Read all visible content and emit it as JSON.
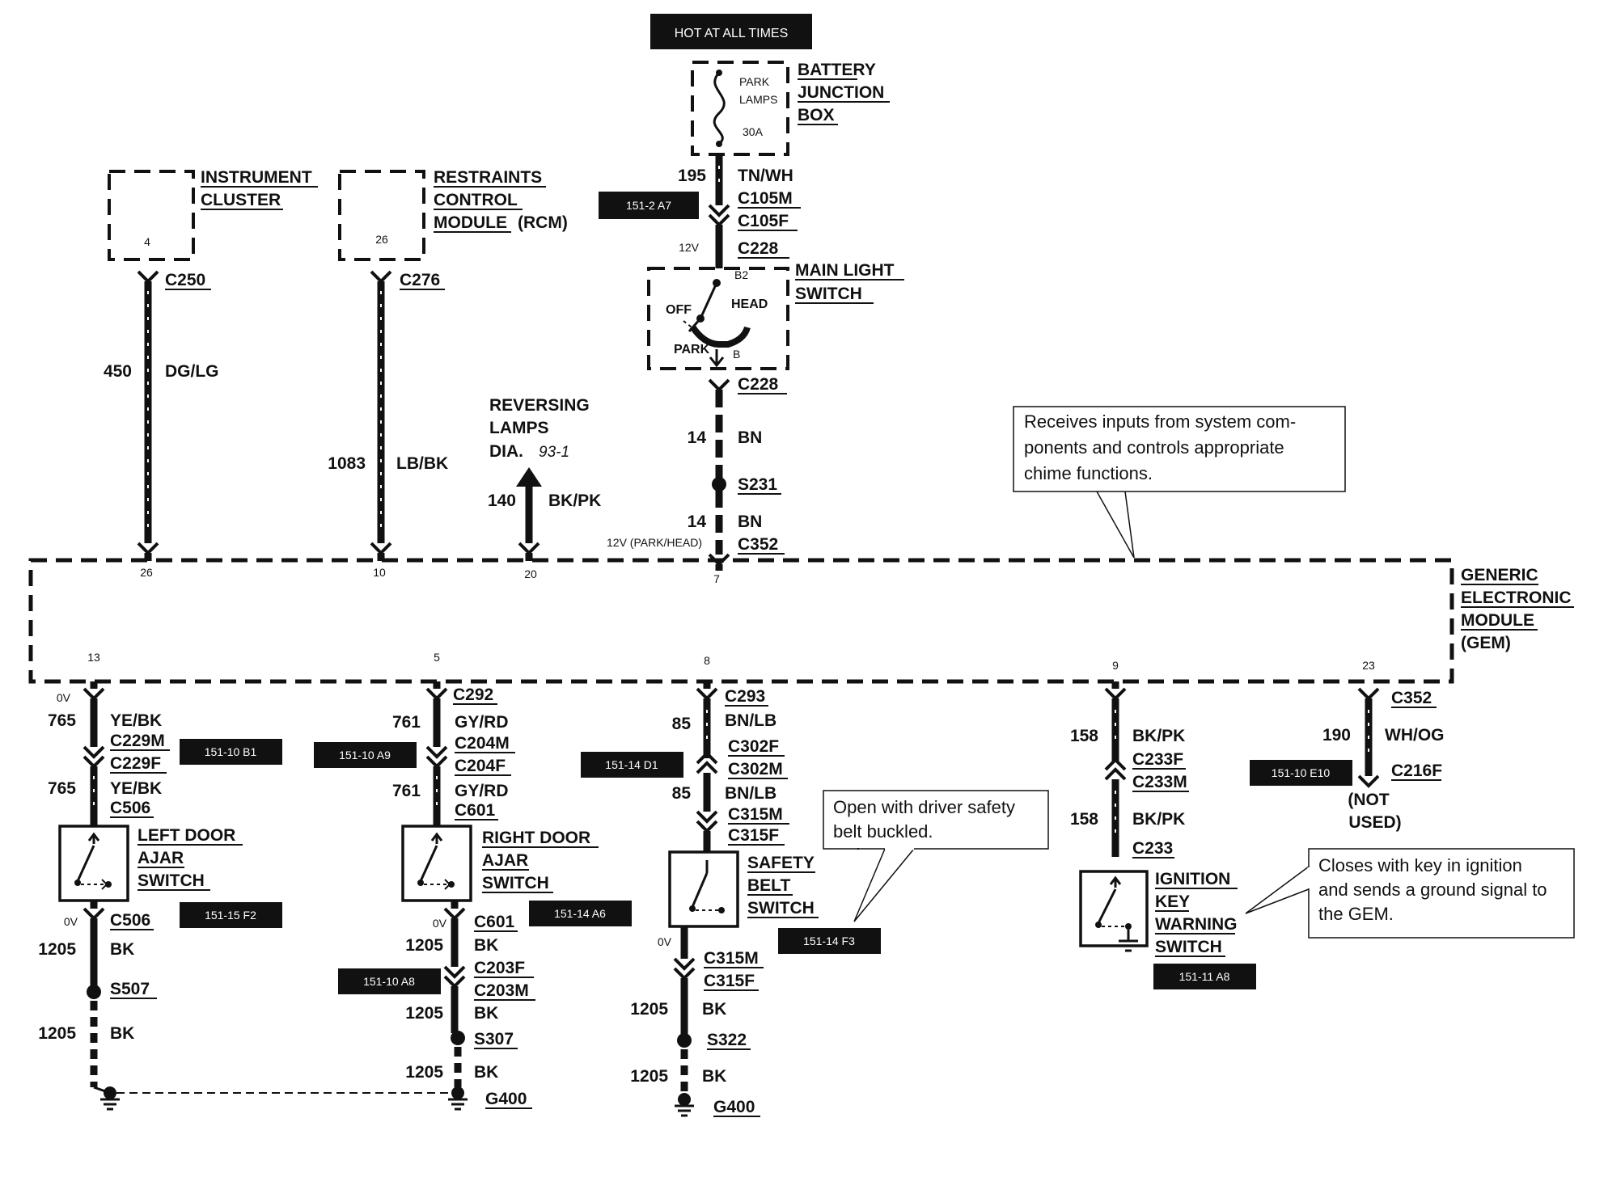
{
  "header": {
    "hot_label": "HOT AT ALL TIMES"
  },
  "battery_junction_box": {
    "title": [
      "BATTERY",
      "JUNCTION",
      "BOX"
    ],
    "fuse_name": [
      "PARK",
      "LAMPS"
    ],
    "fuse_rating": "30A"
  },
  "feed": {
    "circuit": "195",
    "color": "TN/WH",
    "connectors": [
      "C105M",
      "C105F",
      "C228"
    ],
    "ref": "151-2 A7",
    "voltage": "12V"
  },
  "main_light_switch": {
    "title": [
      "MAIN LIGHT",
      "SWITCH"
    ],
    "positions": {
      "off": "OFF",
      "head": "HEAD",
      "park": "PARK"
    },
    "pins": {
      "b2": "B2",
      "b": "B"
    },
    "out_connector": "C228"
  },
  "park_head_circuit": {
    "circuit": "14",
    "color": "BN",
    "splice": "S231",
    "connector": "C352",
    "voltage": "12V (PARK/HEAD)",
    "gem_pin": "7"
  },
  "instrument_cluster": {
    "title": [
      "INSTRUMENT",
      "CLUSTER"
    ],
    "pin": "4",
    "connector": "C250",
    "circuit": "450",
    "color": "DG/LG",
    "gem_pin": "26"
  },
  "rcm": {
    "title": [
      "RESTRAINTS",
      "CONTROL",
      "MODULE"
    ],
    "title_suffix": "(RCM)",
    "pin": "26",
    "connector": "C276",
    "circuit": "1083",
    "color": "LB/BK",
    "gem_pin": "10"
  },
  "reversing": {
    "title": [
      "REVERSING",
      "LAMPS"
    ],
    "dia_label": "DIA.",
    "dia_ref": "93-1",
    "circuit": "140",
    "color": "BK/PK",
    "gem_pin": "20"
  },
  "note_gem": [
    "Receives inputs from system com-",
    "ponents and controls appropriate",
    "chime functions."
  ],
  "gem": {
    "title": [
      "GENERIC",
      "ELECTRONIC",
      "MODULE",
      "(GEM)"
    ]
  },
  "left_door": {
    "gem_pin": "13",
    "voltage_top": "0V",
    "circuit1": "765",
    "color1": "YE/BK",
    "conn_m": "C229M",
    "conn_f": "C229F",
    "ref1": "151-10 B1",
    "circuit2": "765",
    "color2": "YE/BK",
    "conn2": "C506",
    "title": [
      "LEFT DOOR",
      "AJAR",
      "SWITCH"
    ],
    "voltage_bot": "0V",
    "conn3": "C506",
    "ref2": "151-15 F2",
    "gnd_circuit": "1205",
    "gnd_color": "BK",
    "splice": "S507",
    "gnd_circuit2": "1205",
    "gnd_color2": "BK"
  },
  "right_door": {
    "gem_pin": "5",
    "conn_top": "C292",
    "circuit1": "761",
    "color1": "GY/RD",
    "conn_m": "C204M",
    "conn_f": "C204F",
    "ref1": "151-10 A9",
    "circuit2": "761",
    "color2": "GY/RD",
    "conn2": "C601",
    "title": [
      "RIGHT DOOR",
      "AJAR",
      "SWITCH"
    ],
    "voltage_bot": "0V",
    "conn3": "C601",
    "ref2": "151-14 A6",
    "gnd_circuit": "1205",
    "gnd_color": "BK",
    "conn4_f": "C203F",
    "conn4_m": "C203M",
    "ref3": "151-10 A8",
    "gnd_circuit2": "1205",
    "gnd_color2": "BK",
    "splice": "S307",
    "gnd_circuit3": "1205",
    "gnd_color3": "BK",
    "ground": "G400"
  },
  "safety_belt": {
    "gem_pin": "8",
    "conn_top": "C293",
    "circuit1": "85",
    "color1": "BN/LB",
    "conn_f": "C302F",
    "conn_m": "C302M",
    "ref1": "151-14 D1",
    "circuit2": "85",
    "color2": "BN/LB",
    "conn2_m": "C315M",
    "conn2_f": "C315F",
    "title": [
      "SAFETY",
      "BELT",
      "SWITCH"
    ],
    "ref2": "151-14 F3",
    "voltage_bot": "0V",
    "conn3_m": "C315M",
    "conn3_f": "C315F",
    "gnd_circuit": "1205",
    "gnd_color": "BK",
    "splice": "S322",
    "gnd_circuit2": "1205",
    "gnd_color2": "BK",
    "ground": "G400"
  },
  "note_belt": [
    "Open with driver safety",
    "belt buckled."
  ],
  "ignition_key": {
    "gem_pin": "9",
    "circuit1": "158",
    "color1": "BK/PK",
    "conn_f": "C233F",
    "conn_m": "C233M",
    "circuit2": "158",
    "color2": "BK/PK",
    "conn2": "C233",
    "title": [
      "IGNITION",
      "KEY",
      "WARNING",
      "SWITCH"
    ],
    "ref": "151-11 A8"
  },
  "note_ignition": [
    "Closes with key in ignition",
    "and sends a ground signal to",
    "the GEM."
  ],
  "not_used": {
    "gem_pin": "23",
    "conn1": "C352",
    "circuit": "190",
    "color": "WH/OG",
    "conn2": "C216F",
    "ref": "151-10 E10",
    "label": [
      "(NOT",
      "USED)"
    ]
  }
}
